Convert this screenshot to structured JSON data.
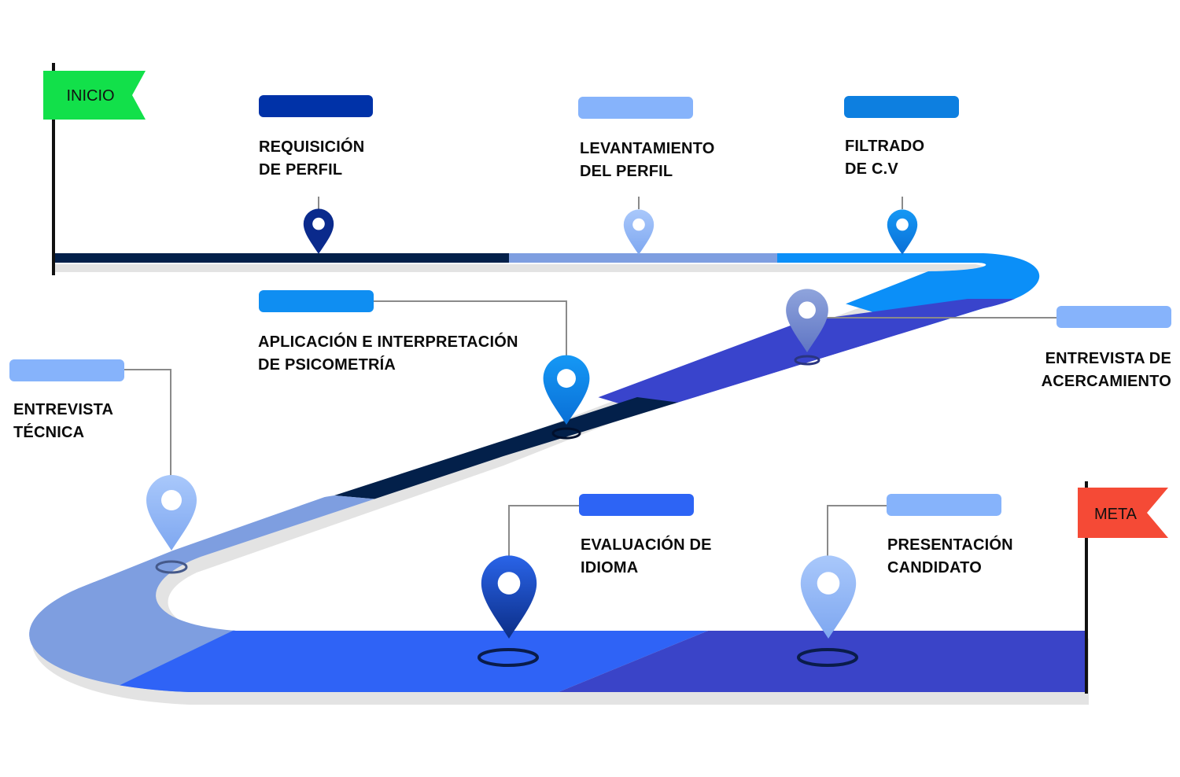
{
  "start_flag": {
    "label": "INICIO",
    "color": "#12e04a"
  },
  "end_flag": {
    "label": "META",
    "color": "#f54a36"
  },
  "steps": [
    {
      "lines": [
        "REQUISICIÓN",
        "DE PERFIL"
      ],
      "color": "#0032a8"
    },
    {
      "lines": [
        "LEVANTAMIENTO",
        "DEL PERFIL"
      ],
      "color": "#86b3fb"
    },
    {
      "lines": [
        "FILTRADO",
        "DE C.V"
      ],
      "color": "#0d7fe0"
    },
    {
      "lines": [
        "ENTREVISTA DE",
        "ACERCAMIENTO"
      ],
      "color": "#86b3fb"
    },
    {
      "lines": [
        "APLICACIÓN E INTERPRETACIÓN",
        "DE PSICOMETRÍA"
      ],
      "color": "#0f8ef2"
    },
    {
      "lines": [
        "ENTREVISTA",
        "TÉCNICA"
      ],
      "color": "#86b3fb"
    },
    {
      "lines": [
        "EVALUACIÓN DE",
        "IDIOMA"
      ],
      "color": "#2d64f5"
    },
    {
      "lines": [
        "PRESENTACIÓN",
        "CANDIDATO"
      ],
      "color": "#86b3fb"
    }
  ],
  "road_colors": {
    "navy": "#03204a",
    "periwinkle": "#7e9ee0",
    "sky": "#0b8ff8",
    "indigo": "#3a44c8",
    "royal": "#2f63f6"
  }
}
